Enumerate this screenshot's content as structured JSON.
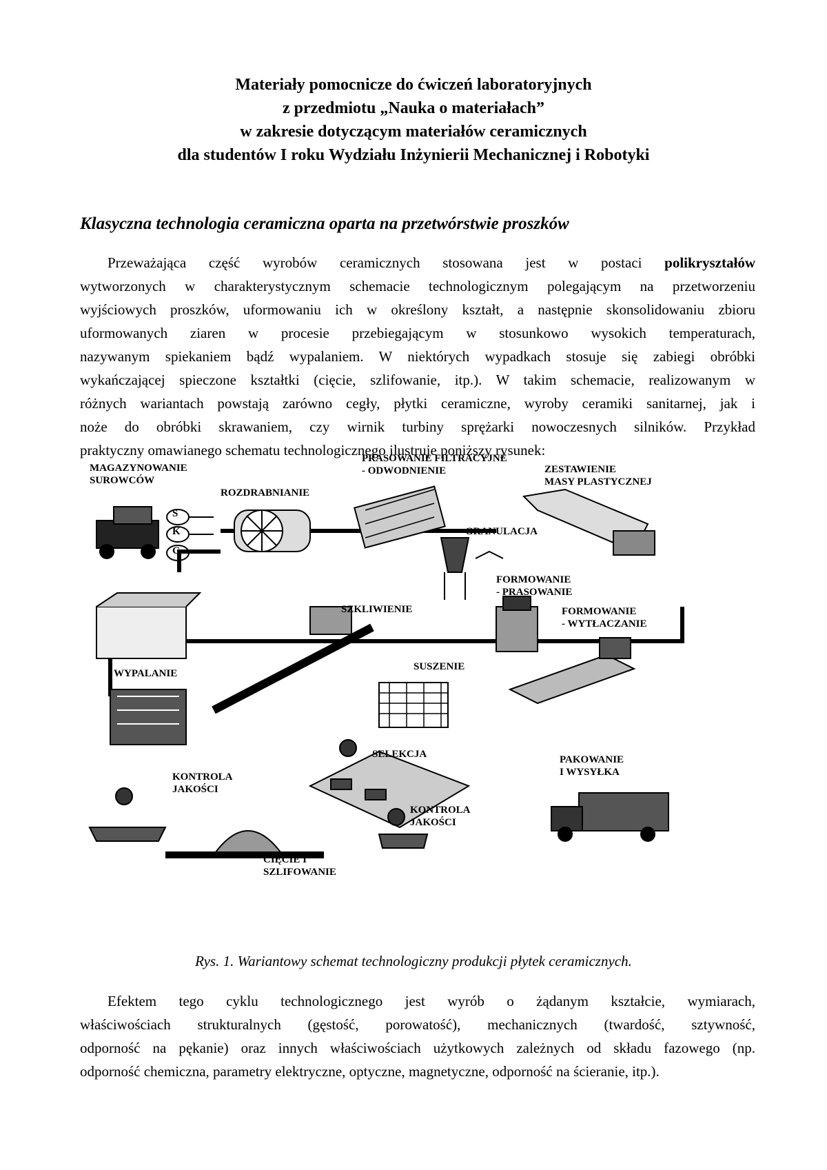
{
  "header": {
    "lines": [
      "Materiały pomocnicze do ćwiczeń laboratoryjnych",
      "z przedmiotu „Nauka o materiałach”",
      "w zakresie dotyczącym materiałów ceramicznych",
      "dla studentów I roku Wydziału Inżynierii Mechanicznej i Robotyki"
    ]
  },
  "section_title": "Klasyczna technologia ceramiczna oparta na przetwórstwie proszków",
  "paragraph1": {
    "lines": [
      "Przeważająca część wyrobów ceramicznych stosowana jest w postaci",
      "polikryształów",
      "wytworzonych w charakterystycznym schemacie technologicznym polegającym na przetworzeniu",
      "wyjściowych proszków, uformowaniu ich w określony kształt, a następnie skonsolidowaniu zbioru",
      "uformowanych ziaren w procesie przebiegającym w stosunkowo wysokich temperaturach,",
      "nazywanym spiekaniem bądź wypalaniem. W niektórych wypadkach stosuje się zabiegi obróbki",
      "wykańczającej spieczone kształtki (cięcie, szlifowanie, itp.). W takim schemacie, realizowanym w",
      "różnych wariantach powstają zarówno cegły, płytki ceramiczne, wyroby ceramiki sanitarnej, jak i",
      "noże do obróbki skrawaniem, czy wirnik turbiny sprężarki nowoczesnych silników. Przykład",
      "praktyczny omawianego schematu technologicznego ilustruje poniższy rysunek:"
    ]
  },
  "diagram": {
    "labels": {
      "magazynowanie": [
        "MAGAZYNOWANIE",
        "SUROWCÓW"
      ],
      "rozdrabnianie": "ROZDRABNIANIE",
      "prasowanie": [
        "PRASOWANIE FILTRACYJNE",
        "- ODWODNIENIE"
      ],
      "zestawienie": [
        "ZESTAWIENIE",
        "MASY PLASTYCZNEJ"
      ],
      "granulacja": "GRANULACJA",
      "formowanie_prasowanie": [
        "FORMOWANIE",
        "- PRASOWANIE"
      ],
      "formowanie_wytlaczanie": [
        "FORMOWANIE",
        "- WYTŁACZANIE"
      ],
      "szkliwienie": "SZKLIWIENIE",
      "wypalanie": "WYPALANIE",
      "suszenie": "SUSZENIE",
      "selekcja": "SELEKCJA",
      "pakowanie": [
        "PAKOWANIE",
        "I WYSYŁKA"
      ],
      "kontrola1": [
        "KONTROLA",
        "JAKOŚCI"
      ],
      "kontrola2": [
        "KONTROLA",
        "JAKOŚCI"
      ],
      "ciecie": [
        "CIĘCIE I",
        "SZLIFOWANIE"
      ],
      "skg": [
        "S",
        "K",
        "G"
      ]
    }
  },
  "caption": "Rys. 1. Wariantowy schemat technologiczny produkcji płytek ceramicznych.",
  "paragraph2": {
    "lines": [
      "Efektem tego cyklu technologicznego jest wyrób o żądanym kształcie, wymiarach,",
      "właściwościach strukturalnych (gęstość, porowatość), mechanicznych (twardość, sztywność,",
      "odporność na pękanie) oraz innych właściwościach użytkowych zależnych od składu fazowego (np.",
      "odporność chemiczna, parametry elektryczne, optyczne, magnetyczne, odporność na ścieranie, itp.)."
    ]
  }
}
